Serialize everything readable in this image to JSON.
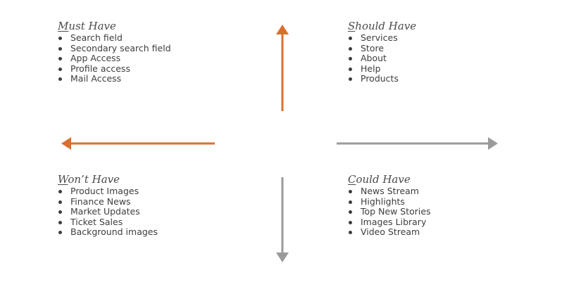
{
  "colors": {
    "priority_arrow": "#d8702f",
    "neutral_arrow": "#9a9a9a",
    "text": "#3d3d3d"
  },
  "quadrants": {
    "must": {
      "title_first": "M",
      "title_rest": "ust Have",
      "items": [
        "Search field",
        "Secondary search field",
        "App Access",
        "Profile access",
        "Mail Access"
      ]
    },
    "should": {
      "title_first": "S",
      "title_rest": "hould Have",
      "items": [
        "Services",
        "Store",
        "About",
        "Help",
        "Products"
      ]
    },
    "wont": {
      "title_first": "W",
      "title_rest": "on’t Have",
      "items": [
        "Product Images",
        "Finance News",
        "Market Updates",
        "Ticket Sales",
        "Background images"
      ]
    },
    "could": {
      "title_first": "C",
      "title_rest": "ould Have",
      "items": [
        "News Stream",
        "Highlights",
        "Top New Stories",
        "Images Library",
        "Video Stream"
      ]
    }
  }
}
